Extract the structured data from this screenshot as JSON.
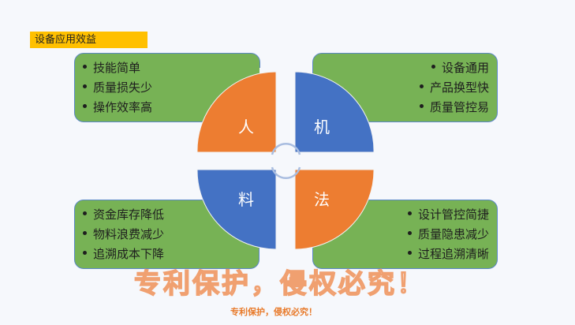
{
  "title": "设备应用效益",
  "colors": {
    "title_bg": "#ffc000",
    "box_green": "#77b255",
    "box_border": "#5b87c7",
    "orange": "#ed7d31",
    "blue": "#4472c4"
  },
  "quadrants": [
    {
      "id": "tl",
      "label": "人",
      "color": "orange"
    },
    {
      "id": "tr",
      "label": "机",
      "color": "blue"
    },
    {
      "id": "bl",
      "label": "料",
      "color": "blue"
    },
    {
      "id": "br",
      "label": "法",
      "color": "orange"
    }
  ],
  "boxes": {
    "tl": [
      "技能简单",
      "质量损失少",
      "操作效率高"
    ],
    "tr": [
      "设备通用",
      "产品换型快",
      "质量管控易"
    ],
    "bl": [
      "资金库存降低",
      "物料浪费减少",
      "追溯成本下降"
    ],
    "br": [
      "设计管控简捷",
      "质量隐患减少",
      "过程追溯清晰"
    ]
  },
  "watermark": {
    "large": "专利保护，侵权必究！",
    "small": "专利保护，侵权必究！"
  }
}
